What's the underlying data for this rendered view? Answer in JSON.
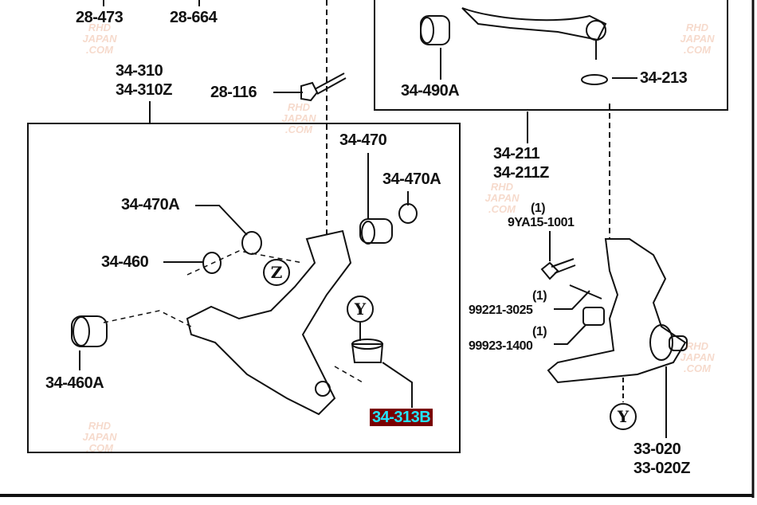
{
  "watermark": {
    "lines": [
      "RHD",
      "JAPAN",
      ".COM"
    ]
  },
  "labels": {
    "p28_473": "28-473",
    "p28_664": "28-664",
    "p34_310": "34-310",
    "p34_310z": "34-310Z",
    "p28_116": "28-116",
    "p34_490a": "34-490A",
    "p34_213": "34-213",
    "p34_211": "34-211",
    "p34_211z": "34-211Z",
    "p34_470": "34-470",
    "p34_470a_r": "34-470A",
    "p34_470a_l": "34-470A",
    "p34_460": "34-460",
    "p34_460a": "34-460A",
    "p34_313b": "34-313B",
    "qty1a": "(1)",
    "p9ya15": "9YA15-1001",
    "qty1b": "(1)",
    "p99221": "99221-3025",
    "qty1c": "(1)",
    "p99923": "99923-1400",
    "p33_020": "33-020",
    "p33_020z": "33-020Z"
  },
  "callouts": {
    "z": "Z",
    "y1": "Y",
    "y2": "Y"
  },
  "colors": {
    "highlight_bg": "#7a0000",
    "highlight_text": "#22e6ff"
  }
}
